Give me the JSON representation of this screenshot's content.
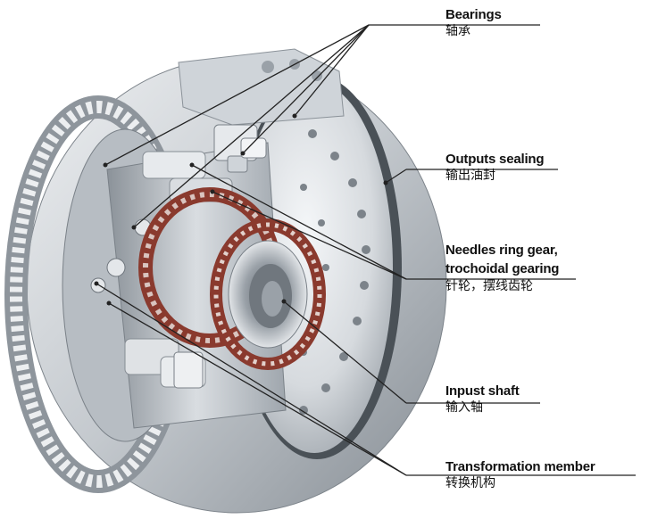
{
  "labels": {
    "bearings": {
      "en": "Bearings",
      "zh": "轴承"
    },
    "outputs_sealing": {
      "en": "Outputs sealing",
      "zh": "输出油封"
    },
    "needles": {
      "en_line1": "Needles ring gear,",
      "en_line2": "trochoidal gearing",
      "zh": "针轮，摆线齿轮"
    },
    "input_shaft": {
      "en": "Inpust shaft",
      "zh": "输入轴"
    },
    "transformation": {
      "en": "Transformation member",
      "zh": "转换机构"
    }
  },
  "colors": {
    "metal_light": "#e4e7ea",
    "metal_mid": "#b9bfc5",
    "metal_dark": "#6e757c",
    "gear_red": "#8a3a2e",
    "leader": "#222222"
  }
}
